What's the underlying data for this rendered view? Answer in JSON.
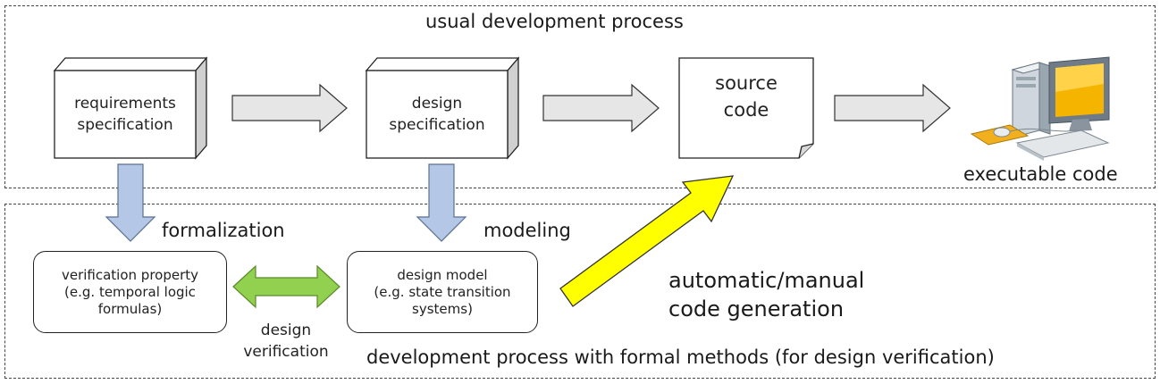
{
  "top_region": {
    "title": "usual development process",
    "requirements_box": {
      "line1": "requirements",
      "line2": "specification"
    },
    "design_box": {
      "line1": "design",
      "line2": "specification"
    },
    "source_box": {
      "line1": "source",
      "line2": "code"
    },
    "executable_label": "executable code"
  },
  "bottom_region": {
    "title": "development process with formal methods (for design verification)",
    "formalization_label": "formalization",
    "modeling_label": "modeling",
    "verification_property": {
      "line1": "verification property",
      "line2": "(e.g. temporal logic",
      "line3": "formulas)"
    },
    "design_model": {
      "line1": "design model",
      "line2": "(e.g. state transition",
      "line3": "systems)"
    },
    "design_verification": {
      "line1": "design",
      "line2": "verification"
    },
    "codegen": {
      "line1": "automatic/manual",
      "line2": "code generation"
    }
  },
  "colors": {
    "gray_arrow": "#e6e6e6",
    "blue_arrow": "#b4c7e7",
    "green_arrow": "#92d050",
    "yellow_arrow": "#ffff00",
    "monitor_screen": "#f4b400"
  }
}
